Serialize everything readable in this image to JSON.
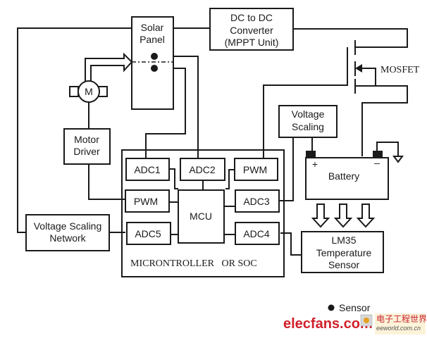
{
  "diagram": {
    "blocks": {
      "solar_panel": [
        "Solar",
        "Panel"
      ],
      "dcdc": [
        "DC to DC",
        "Converter",
        "(MPPT Unit)"
      ],
      "motor_symbol": "M",
      "motor_driver": [
        "Motor",
        "Driver"
      ],
      "mosfet_label": "MOSFET",
      "voltage_scaling": [
        "Voltage",
        "Scaling"
      ],
      "battery": "Battery",
      "battery_plus": "+",
      "battery_minus": "–",
      "lm35": [
        "LM35",
        "Temperature",
        "Sensor"
      ],
      "vs_network": [
        "Voltage Scaling",
        "Network"
      ],
      "mcu_container": "MICRONTROLLER   OR SOC",
      "mcu": "MCU",
      "adc1": "ADC1",
      "adc2": "ADC2",
      "pwm_top": "PWM",
      "pwm_left": "PWM",
      "adc3": "ADC3",
      "adc5": "ADC5",
      "adc4": "ADC4"
    },
    "legend": {
      "sensor": "Sensor"
    },
    "watermark": {
      "site": "elecfans.com",
      "cn_title": "电子工程世界",
      "cn_sub": "eeworld.com.cn"
    }
  }
}
